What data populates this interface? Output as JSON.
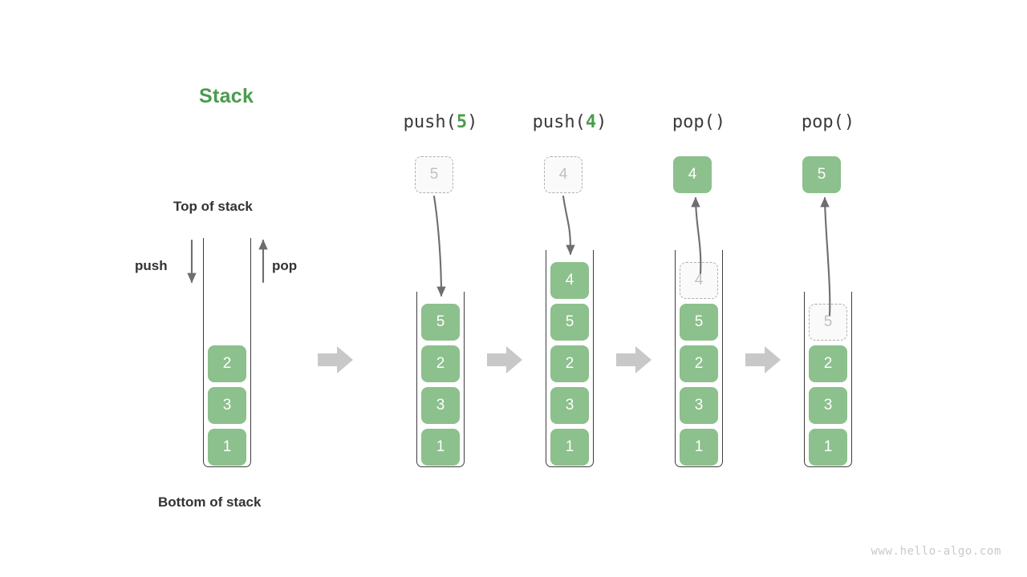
{
  "diagram": {
    "title": "Stack",
    "title_color": "#4a9c4e",
    "box_color": "#8cc08c",
    "ghost_border_color": "#b0b0b0",
    "flow_arrow_color": "#c8c8c8",
    "thin_arrow_color": "#6e6e6e",
    "watermark": "www.hello-algo.com"
  },
  "labels": {
    "top_of_stack": "Top of stack",
    "bottom_of_stack": "Bottom of stack",
    "push": "push",
    "pop": "pop"
  },
  "initial_stack": {
    "items": [
      "2",
      "3",
      "1"
    ]
  },
  "steps": [
    {
      "header_fn": "push",
      "header_open": "(",
      "header_arg": "5",
      "header_close": ")",
      "operation": "push",
      "floating": {
        "value": "5",
        "style": "ghost"
      },
      "items": [
        {
          "value": "5",
          "style": "solid"
        },
        {
          "value": "2",
          "style": "solid"
        },
        {
          "value": "3",
          "style": "solid"
        },
        {
          "value": "1",
          "style": "solid"
        }
      ]
    },
    {
      "header_fn": "push",
      "header_open": "(",
      "header_arg": "4",
      "header_close": ")",
      "operation": "push",
      "floating": {
        "value": "4",
        "style": "ghost"
      },
      "items": [
        {
          "value": "4",
          "style": "solid"
        },
        {
          "value": "5",
          "style": "solid"
        },
        {
          "value": "2",
          "style": "solid"
        },
        {
          "value": "3",
          "style": "solid"
        },
        {
          "value": "1",
          "style": "solid"
        }
      ]
    },
    {
      "header_fn": "pop",
      "header_open": "(",
      "header_arg": "",
      "header_close": ")",
      "operation": "pop",
      "floating": {
        "value": "4",
        "style": "solid"
      },
      "items": [
        {
          "value": "4",
          "style": "ghost"
        },
        {
          "value": "5",
          "style": "solid"
        },
        {
          "value": "2",
          "style": "solid"
        },
        {
          "value": "3",
          "style": "solid"
        },
        {
          "value": "1",
          "style": "solid"
        }
      ]
    },
    {
      "header_fn": "pop",
      "header_open": "(",
      "header_arg": "",
      "header_close": ")",
      "operation": "pop",
      "floating": {
        "value": "5",
        "style": "solid"
      },
      "items": [
        {
          "value": "5",
          "style": "ghost"
        },
        {
          "value": "2",
          "style": "solid"
        },
        {
          "value": "3",
          "style": "solid"
        },
        {
          "value": "1",
          "style": "solid"
        }
      ]
    }
  ]
}
